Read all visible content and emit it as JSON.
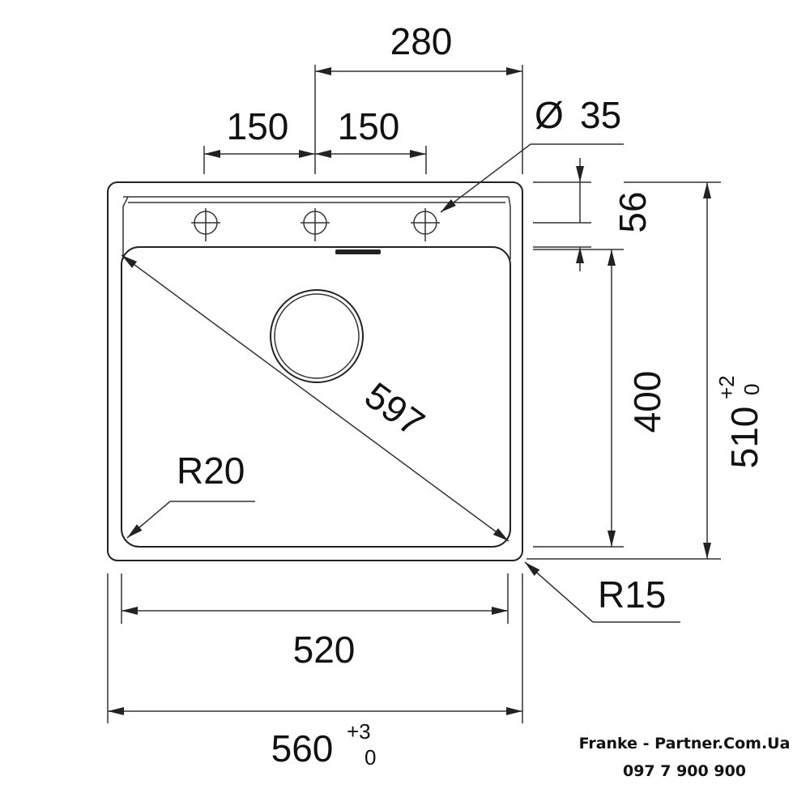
{
  "dimensions": {
    "top_width": "280",
    "hole_spacing_left": "150",
    "hole_spacing_right": "150",
    "hole_diameter_symbol": "Ø",
    "hole_diameter": "35",
    "ledge_depth": "56",
    "bowl_depth": "400",
    "overall_depth": "510",
    "overall_depth_tol_plus": "+2",
    "overall_depth_tol_minus": "0",
    "diagonal": "597",
    "inner_radius": "R20",
    "outer_radius": "R15",
    "bowl_width": "520",
    "overall_width": "560",
    "overall_width_tol_plus": "+3",
    "overall_width_tol_minus": "0"
  },
  "footer": {
    "brand_line": "Franke - Partner.Com.Ua",
    "phone": "097 7 900 900"
  }
}
